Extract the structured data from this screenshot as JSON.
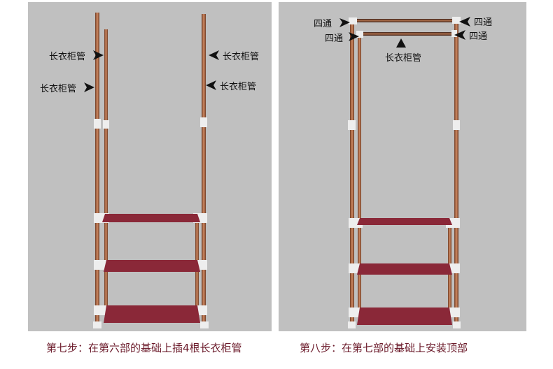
{
  "step7": {
    "caption": "第七步：在第六部的基础上插4根长衣柜管",
    "labels": [
      "长衣柜管",
      "长衣柜管",
      "长衣柜管",
      "长衣柜管"
    ]
  },
  "step8": {
    "caption": "第八步：在第七部的基础上安装顶部",
    "labels": [
      "四通",
      "四通",
      "四通",
      "四通",
      "长衣柜管"
    ]
  },
  "colors": {
    "background": "#c0c0c0",
    "pole": "#a0603e",
    "shelf": "#8a2838",
    "caption": "#6b1a2a"
  }
}
